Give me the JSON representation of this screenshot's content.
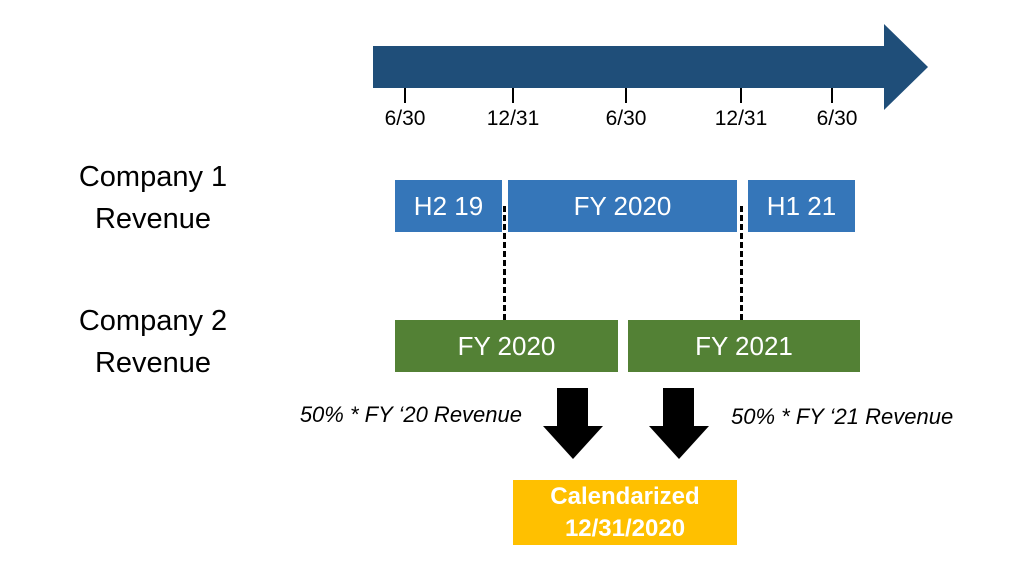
{
  "diagram": {
    "timeline": {
      "tick_labels": [
        "6/30",
        "12/31",
        "6/30",
        "12/31",
        "6/30"
      ],
      "arrow_color": "#1F4E79"
    },
    "row1": {
      "label": "Company 1\nRevenue",
      "bar_color": "#3576B9",
      "bars": [
        {
          "label": "H2 19"
        },
        {
          "label": "FY 2020"
        },
        {
          "label": "H1 21"
        }
      ]
    },
    "row2": {
      "label": "Company 2\nRevenue",
      "bar_color": "#538135",
      "bars": [
        {
          "label": "FY 2020"
        },
        {
          "label": "FY 2021"
        }
      ]
    },
    "annotations": {
      "left": "50% * FY ‘20 Revenue",
      "right": "50% * FY ‘21 Revenue"
    },
    "result_box": {
      "line1": "Calendarized",
      "line2": "12/31/2020",
      "color": "#FFC000"
    }
  }
}
